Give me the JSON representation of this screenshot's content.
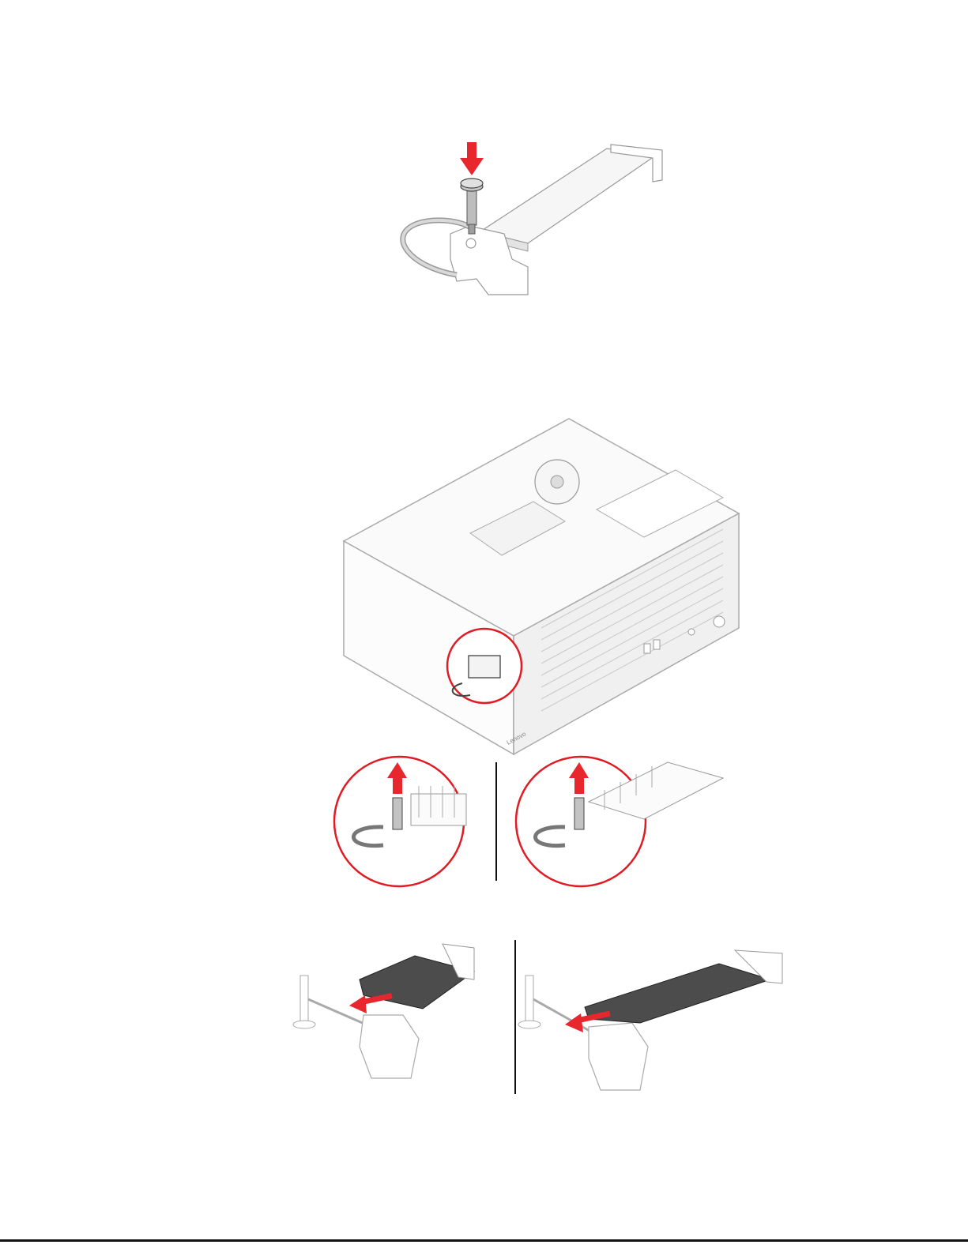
{
  "figures": {
    "step1": {
      "icon": "press-down-arrow",
      "arrow_color": "#e8262e"
    },
    "step2": {
      "front_logo": "Lenovo",
      "highlight_color": "#e01b24"
    },
    "step3": {
      "icon": "lift-up-arrow",
      "arrow_color": "#e8262e"
    },
    "step4": {
      "icon": "slide-left-arrow",
      "arrow_color": "#e8262e"
    }
  }
}
